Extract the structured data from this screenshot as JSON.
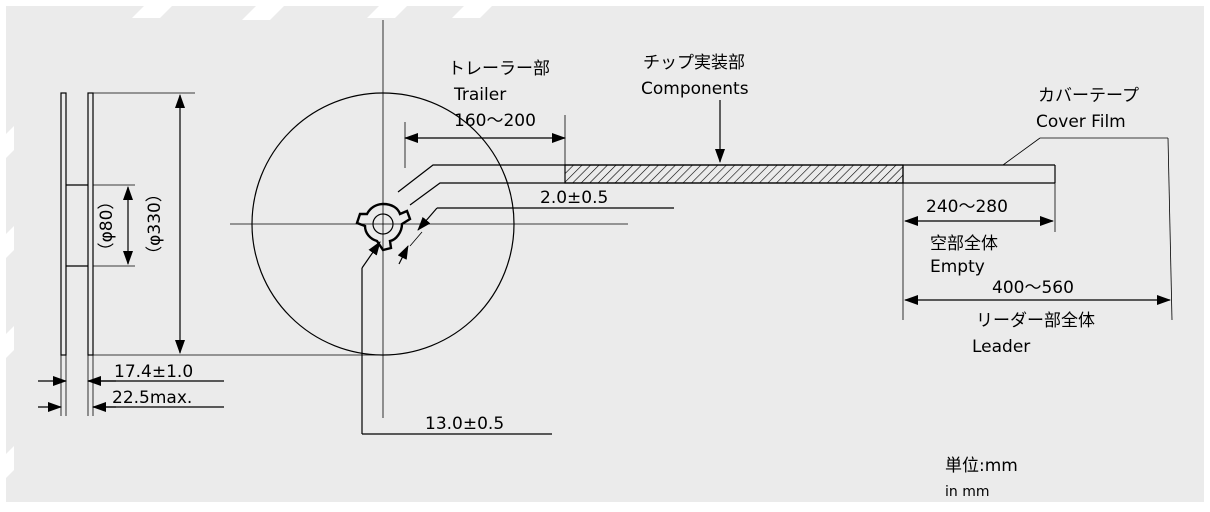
{
  "colors": {
    "background": "#ebebeb",
    "line": "#000000",
    "corner_mark": "#ffffff"
  },
  "labels": {
    "trailer_jp": "トレーラー部",
    "trailer_en": "Trailer",
    "trailer_dim": "160〜200",
    "components_jp": "チップ実装部",
    "components_en": "Components",
    "cover_jp": "カバーテープ",
    "cover_en": "Cover Film",
    "tape_thickness": "2.0±0.5",
    "empty_dim": "240〜280",
    "empty_jp": "空部全体",
    "empty_en": "Empty",
    "leader_dim": "400〜560",
    "leader_jp": "リーダー部全体",
    "leader_en": "Leader",
    "hub_dia": "（φ80）",
    "reel_dia": "（φ330）",
    "width_inner": "17.4±1.0",
    "width_outer": "22.5max.",
    "hub_hole": "13.0±0.5",
    "unit_jp": "単位:mm",
    "unit_en": "in mm"
  }
}
